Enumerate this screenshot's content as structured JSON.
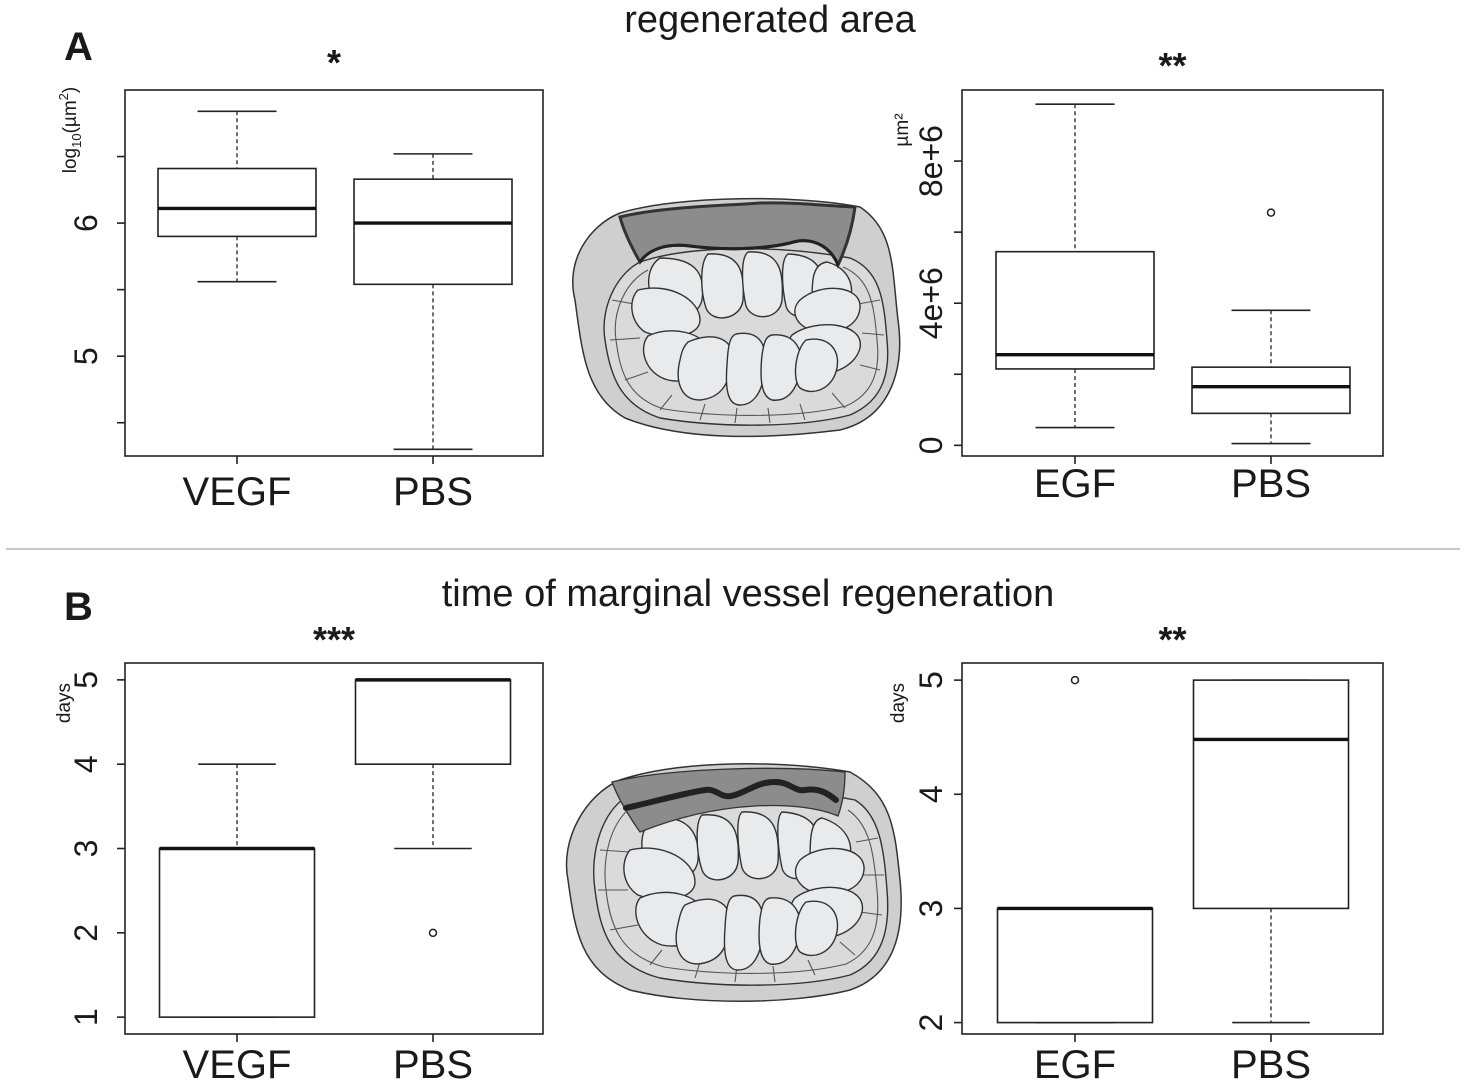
{
  "figure": {
    "separator": true,
    "panels": [
      {
        "letter": "A",
        "title": "regenerated area",
        "illustration": "cranial-wound-embryo-schematic"
      },
      {
        "letter": "B",
        "title": "time of marginal vessel regeneration",
        "illustration": "marginal-vessel-embryo-schematic"
      }
    ]
  },
  "chart_data": [
    {
      "type": "box",
      "panel": "A",
      "significance": "*",
      "ylabel": "log10(µm²)",
      "ylabel_parts": {
        "base": "log",
        "sub": "10",
        "unit": "(µm",
        "sup": "2",
        "close": ")"
      },
      "ylim": [
        4.25,
        7.0
      ],
      "yticks": [
        5,
        6
      ],
      "ytick_labels": [
        "5",
        "6"
      ],
      "yminor_ticks": [
        4.5,
        5.5,
        6.5
      ],
      "categories": [
        "VEGF",
        "PBS"
      ],
      "boxes": [
        {
          "name": "VEGF",
          "whisker_low": 5.56,
          "q1": 5.9,
          "median": 6.11,
          "q3": 6.41,
          "whisker_high": 6.84,
          "outliers": []
        },
        {
          "name": "PBS",
          "whisker_low": 4.3,
          "q1": 5.54,
          "median": 6.0,
          "q3": 6.33,
          "whisker_high": 6.52,
          "outliers": []
        }
      ],
      "grid": false
    },
    {
      "type": "box",
      "panel": "A",
      "significance": "**",
      "ylabel": "µm²",
      "ylim": [
        -0.3,
        10.0
      ],
      "yticks": [
        0,
        4,
        8
      ],
      "ytick_labels": [
        "0",
        "4e+6",
        "8e+6"
      ],
      "yminor_ticks": [
        2,
        6
      ],
      "categories": [
        "EGF",
        "PBS"
      ],
      "boxes": [
        {
          "name": "EGF",
          "whisker_low": 0.5,
          "q1": 2.15,
          "median": 2.55,
          "q3": 5.45,
          "whisker_high": 9.6,
          "outliers": []
        },
        {
          "name": "PBS",
          "whisker_low": 0.05,
          "q1": 0.9,
          "median": 1.65,
          "q3": 2.2,
          "whisker_high": 3.8,
          "outliers": [
            6.55
          ]
        }
      ],
      "grid": false
    },
    {
      "type": "box",
      "panel": "B",
      "significance": "***",
      "ylabel": "days",
      "ylim": [
        0.8,
        5.2
      ],
      "yticks": [
        1,
        2,
        3,
        4,
        5
      ],
      "ytick_labels": [
        "1",
        "2",
        "3",
        "4",
        "5"
      ],
      "yminor_ticks": [],
      "categories": [
        "VEGF",
        "PBS"
      ],
      "boxes": [
        {
          "name": "VEGF",
          "whisker_low": 1,
          "q1": 1,
          "median": 3,
          "q3": 3,
          "whisker_high": 4,
          "outliers": []
        },
        {
          "name": "PBS",
          "whisker_low": 3,
          "q1": 4,
          "median": 5,
          "q3": 5,
          "whisker_high": 5,
          "outliers": [
            2
          ]
        }
      ],
      "grid": false
    },
    {
      "type": "box",
      "panel": "B",
      "significance": "**",
      "ylabel": "days",
      "ylim": [
        1.9,
        5.15
      ],
      "yticks": [
        2,
        3,
        4,
        5
      ],
      "ytick_labels": [
        "2",
        "3",
        "4",
        "5"
      ],
      "yminor_ticks": [],
      "categories": [
        "EGF",
        "PBS"
      ],
      "boxes": [
        {
          "name": "EGF",
          "whisker_low": 2,
          "q1": 2,
          "median": 3,
          "q3": 3,
          "whisker_high": 3,
          "outliers": [
            5
          ]
        },
        {
          "name": "PBS",
          "whisker_low": 2,
          "q1": 3,
          "median": 4.48,
          "q3": 5,
          "whisker_high": 5,
          "outliers": []
        }
      ],
      "grid": false
    }
  ]
}
